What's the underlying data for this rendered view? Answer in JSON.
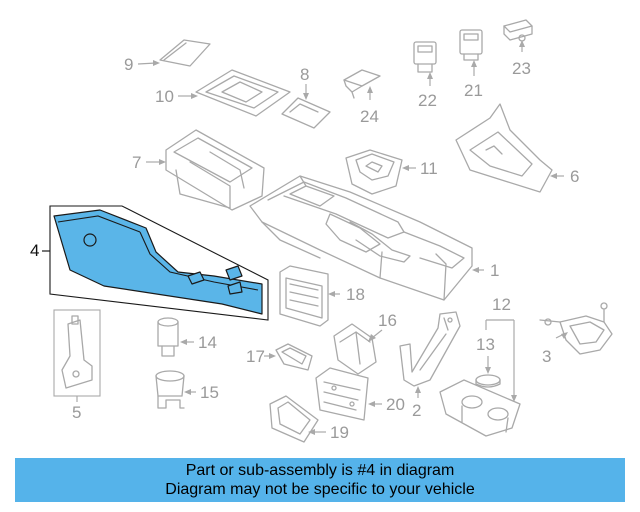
{
  "diagram": {
    "highlighted_part": "4",
    "callouts": {
      "c1": "1",
      "c2": "2",
      "c3": "3",
      "c4": "4",
      "c5": "5",
      "c6": "6",
      "c7": "7",
      "c8": "8",
      "c9": "9",
      "c10": "10",
      "c11": "11",
      "c12": "12",
      "c13": "13",
      "c14": "14",
      "c15": "15",
      "c16": "16",
      "c17": "17",
      "c18": "18",
      "c19": "19",
      "c20": "20",
      "c21": "21",
      "c22": "22",
      "c23": "23",
      "c24": "24"
    },
    "colors": {
      "highlight": "#5ab5e8",
      "parts": "#a9a9a9",
      "banner": "#55b3ea"
    }
  },
  "banner": {
    "line1": "Part or sub-assembly is #4 in diagram",
    "line2": "Diagram may not be specific to your vehicle"
  }
}
